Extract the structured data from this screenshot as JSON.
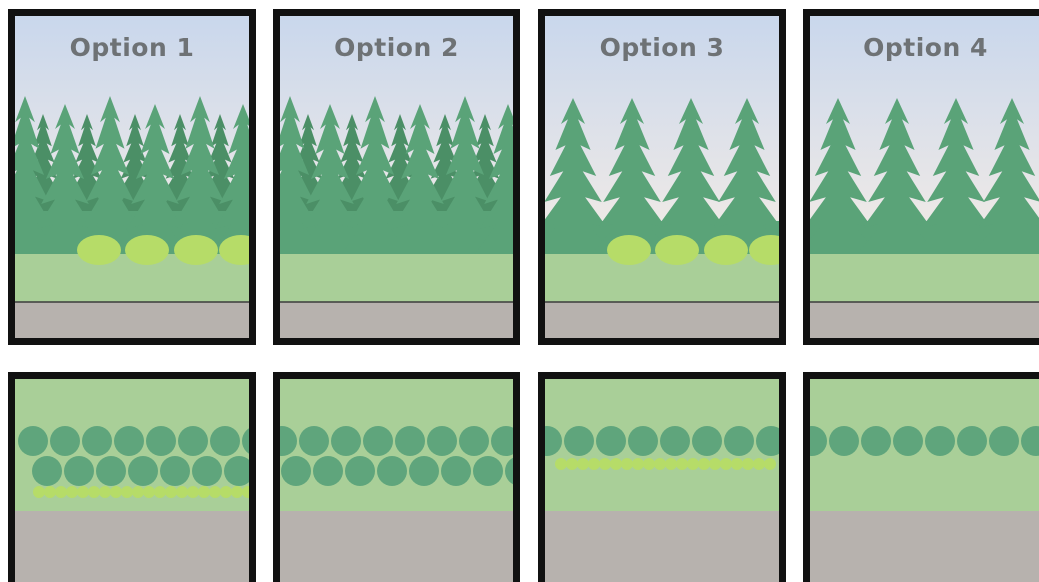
{
  "options": [
    {
      "title": "Option 1",
      "has_shrubs": true,
      "mixed_canopy": true,
      "plan_conifer_rows": 2,
      "plan_has_shrub_row": true
    },
    {
      "title": "Option 2",
      "has_shrubs": false,
      "mixed_canopy": true,
      "plan_conifer_rows": 2,
      "plan_has_shrub_row": false
    },
    {
      "title": "Option 3",
      "has_shrubs": true,
      "mixed_canopy": false,
      "plan_conifer_rows": 1,
      "plan_has_shrub_row": true
    },
    {
      "title": "Option 4",
      "has_shrubs": false,
      "mixed_canopy": false,
      "plan_conifer_rows": 1,
      "plan_has_shrub_row": false
    }
  ],
  "colors": {
    "sky_top": "#c9d7ec",
    "sky_bottom": "#f4ece6",
    "conifer": "#5aa378",
    "conifer_back": "#4b8f66",
    "conifer_plan": "#5fa57c",
    "shrub": "#b6dc68",
    "grass": "#a9cf98",
    "pavement": "#b7b2ae",
    "frame": "#111111",
    "title": "#6e7275"
  }
}
